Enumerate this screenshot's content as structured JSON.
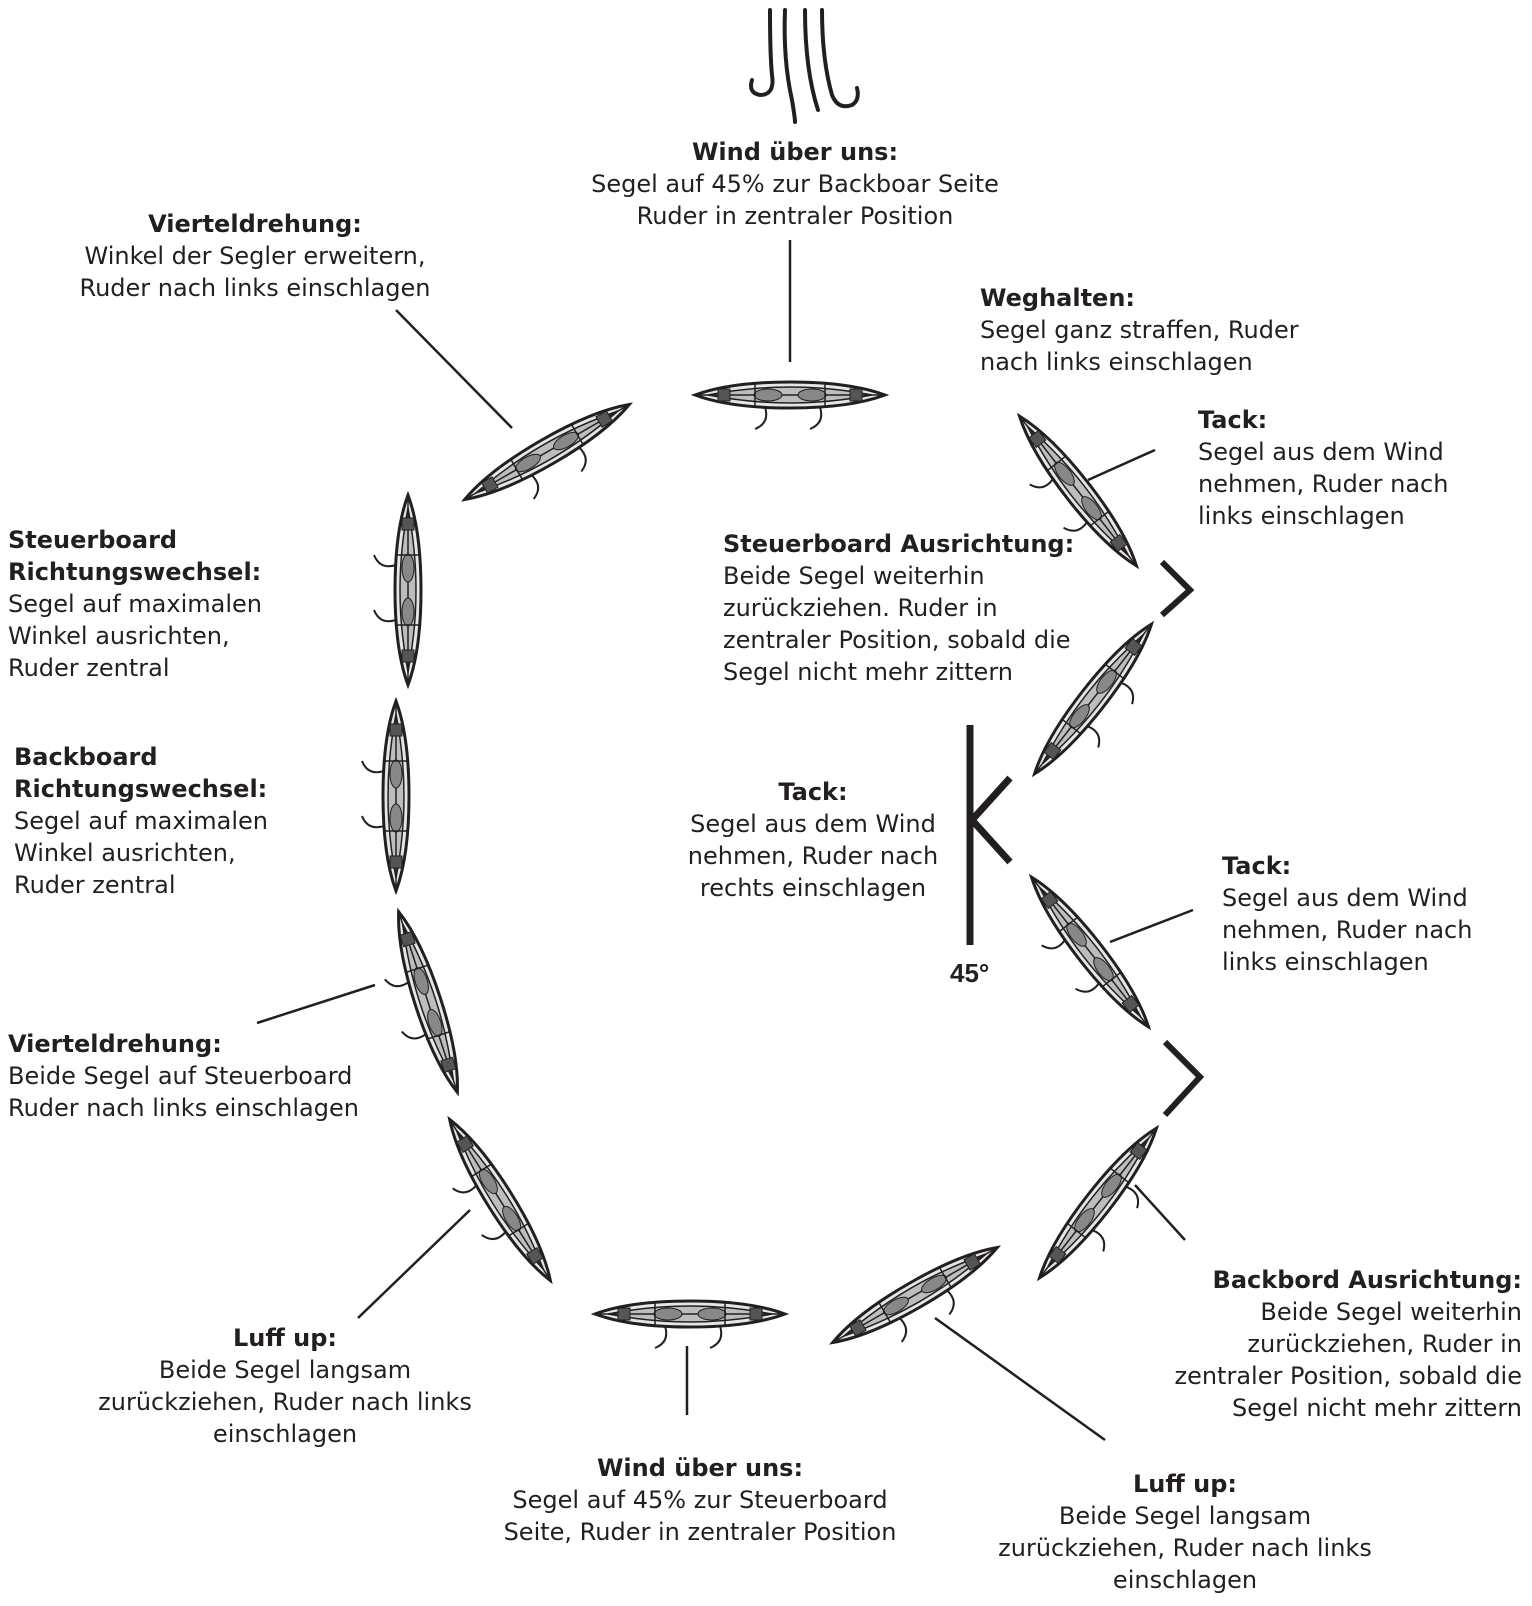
{
  "labels": [
    {
      "title": "Wind über uns:",
      "body": "Segel auf 45% zur Backboar Seite\nRuder in zentraler Position"
    },
    {
      "title": "Vierteldrehung:",
      "body": "Winkel der Segler erweitern,\nRuder nach links einschlagen"
    },
    {
      "title": "Weghalten:",
      "body": "Segel ganz straffen, Ruder\nnach links einschlagen"
    },
    {
      "title": "Tack:",
      "body": "Segel aus dem Wind\nnehmen, Ruder nach\n links einschlagen"
    },
    {
      "title": "Steuerboard Ausrichtung:",
      "body": "Beide Segel weiterhin\nzurückziehen. Ruder in\nzentraler Position, sobald die\nSegel nicht mehr zittern"
    },
    {
      "title": "Steuerboard\nRichtungswechsel:",
      "body": "Segel auf maximalen\nWinkel ausrichten,\nRuder zentral"
    },
    {
      "title": "Backboard\nRichtungswechsel:",
      "body": "Segel auf maximalen\nWinkel ausrichten,\nRuder zentral"
    },
    {
      "title": "Tack:",
      "body": "Segel aus dem Wind\nnehmen, Ruder nach\nrechts einschlagen"
    },
    {
      "title": "Tack:",
      "body": "Segel aus dem Wind\nnehmen, Ruder nach\nlinks einschlagen"
    },
    {
      "title": "Vierteldrehung:",
      "body": "Beide Segel auf Steuerboard\nRuder nach links einschlagen"
    },
    {
      "title": "Backbord Ausrichtung:",
      "body": "Beide Segel weiterhin\nzurückziehen, Ruder in\nzentraler Position, sobald die\nSegel nicht mehr zittern"
    },
    {
      "title": "Luff up:",
      "body": "Beide Segel langsam\nzurückziehen, Ruder nach links\neinschlagen"
    },
    {
      "title": "Wind über uns:",
      "body": "Segel auf 45% zur Steuerboard\nSeite, Ruder in zentraler Position"
    },
    {
      "title": "Luff up:",
      "body": "Beide Segel langsam\nzurückziehen, Ruder nach links\neinschlagen"
    }
  ],
  "angle_label": "45°",
  "icons": {
    "wind": "wind-icon",
    "boat": "kayak-icon"
  },
  "colors": {
    "ink": "#231f20",
    "boat_fill": "#e6e6e6"
  }
}
